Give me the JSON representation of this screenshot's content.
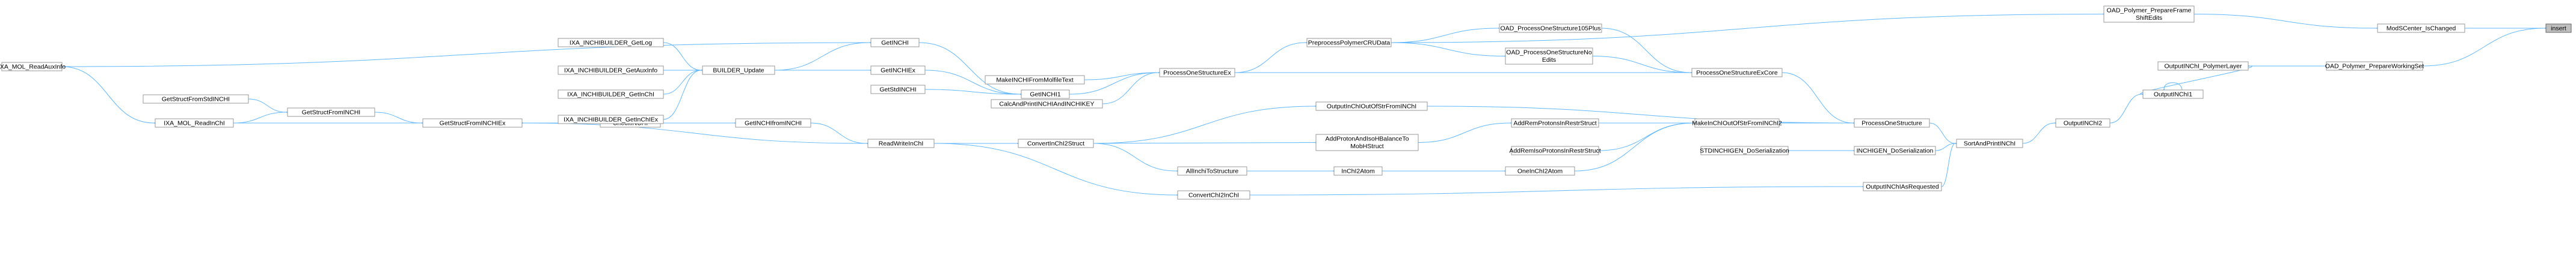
{
  "nodes": {
    "insert": [
      "insert"
    ],
    "modscenter": [
      "ModSCenter_IsChanged"
    ],
    "prepareframe": [
      "OAD_Polymer_PrepareFrame",
      "ShiftEdits"
    ],
    "prepareworkingset": [
      "OAD_Polymer_PrepareWorkingSet"
    ],
    "polymerlayer": [
      "OutputINChI_PolymerLayer"
    ],
    "outputinchi1": [
      "OutputINChI1"
    ],
    "outputinchi2": [
      "OutputINChI2"
    ],
    "sortandprint": [
      "SortAndPrintINChI"
    ],
    "processstructure": [
      "ProcessOneStructure"
    ],
    "inchigen_doserial": [
      "INCHIGEN_DoSerialization"
    ],
    "stdinchigen_doserial": [
      "STDINCHIGEN_DoSerialization"
    ],
    "outputinchiasrequested": [
      "OutputINChIAsRequested"
    ],
    "makeinchioutofstr": [
      "MakeInChIOutOfStrFromINChI2"
    ],
    "processstructureex": [
      "ProcessOneStructureExCore"
    ],
    "addremprotons": [
      "AddRemProtonsInRestrStruct"
    ],
    "addremiso": [
      "AddRemIsoProtonsInRestrStruct"
    ],
    "oneinchi2atom": [
      "OneInChI2Atom"
    ],
    "outputinchioutofstr": [
      "OutputInChIOutOfStrFromINChI"
    ],
    "addprotonsandiso": [
      "AddProtonAndIsoHBalanceTo",
      "MobHStruct"
    ],
    "preprocesspolymer": [
      "PreprocessPolymerCRUData"
    ],
    "processstructure105plus": [
      "OAD_ProcessOneStructure105Plus"
    ],
    "processstructurenoedits": [
      "OAD_ProcessOneStructureNo",
      "Edits"
    ],
    "processoneex": [
      "ProcessOneStructureEx"
    ],
    "inchi2atom": [
      "InChI2Atom"
    ],
    "allinchitostructure": [
      "AllInchiToStructure"
    ],
    "convertinchi2struct": [
      "ConvertInChI2Struct"
    ],
    "convertinchi2inchi": [
      "ConvertChI2InChI"
    ],
    "getinchi1": [
      "GetINCHI1"
    ],
    "makeinchifrommolfile": [
      "MakeINCHIFromMolfileText"
    ],
    "calcandprint": [
      "CalcAndPrintINCHIAndINCHIKEY"
    ],
    "getinchi": [
      "GetINCHI"
    ],
    "getinchiex": [
      "GetINCHIEx"
    ],
    "getstdinchi": [
      "GetStdINCHI"
    ],
    "readwriteinchi": [
      "ReadWriteInChI"
    ],
    "getinchifrominchi": [
      "GetINCHIfromINCHI"
    ],
    "builder_update": [
      "BUILDER_Update"
    ],
    "checkinchi": [
      "CheckINCHI"
    ],
    "getstructfrominchiex": [
      "GetStructFromINCHIEx"
    ],
    "ixa_getlog": [
      "IXA_INCHIBUILDER_GetLog"
    ],
    "ixa_getauxinfo": [
      "IXA_INCHIBUILDER_GetAuxInfo"
    ],
    "ixa_getinchi": [
      "IXA_INCHIBUILDER_GetInChI"
    ],
    "ixa_getinchikey": [
      "IXA_INCHIBUILDER_GetInChIEx"
    ],
    "getstructfrominchi": [
      "GetStructFromINCHI"
    ],
    "getstructfromstdinchi": [
      "GetStructFromStdINCHI"
    ],
    "ixa_readinchi": [
      "IXA_MOL_ReadInChI"
    ],
    "ixa_readauxinfo": [
      "IXA_MOL_ReadAuxInfo"
    ]
  }
}
